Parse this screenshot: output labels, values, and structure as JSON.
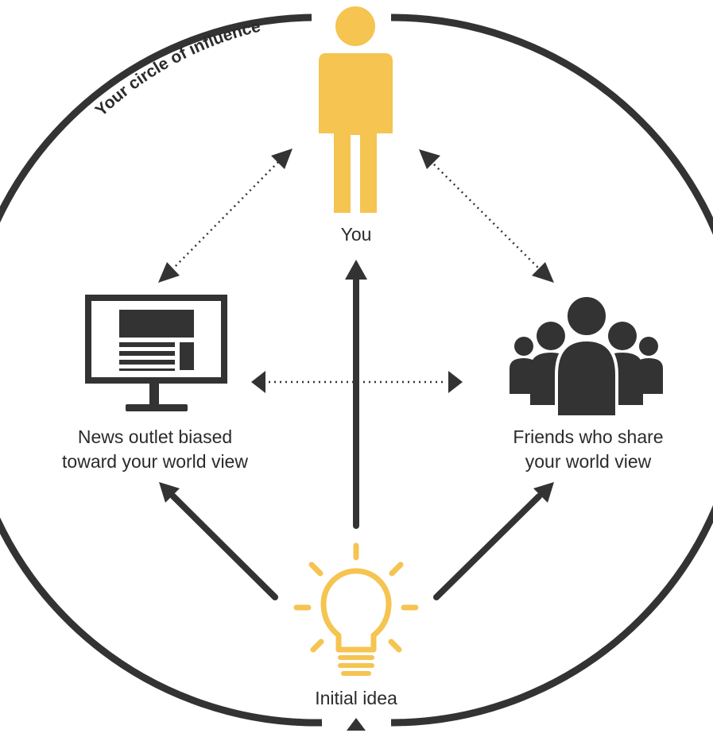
{
  "title": "Your circle of influence",
  "nodes": {
    "you": "You",
    "news_line1": "News outlet biased",
    "news_line2": "toward your world view",
    "friends_line1": "Friends who share",
    "friends_line2": "your world view",
    "idea": "Initial idea"
  },
  "colors": {
    "dark": "#333333",
    "accent": "#f5c451",
    "text": "#2b2b2b"
  },
  "icons": {
    "you": "person-icon",
    "news": "monitor-icon",
    "friends": "group-icon",
    "idea": "lightbulb-icon"
  }
}
